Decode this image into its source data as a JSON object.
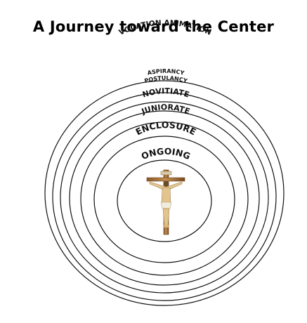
{
  "title": "A Journey toward the Center",
  "stages": [
    {
      "label": "VOCATION ANIMATION"
    },
    {
      "label": "ASPIRANCY"
    },
    {
      "label": "POSTULANCY"
    },
    {
      "label": "NOVITIATE"
    },
    {
      "label": "JUNIORATE"
    },
    {
      "label": "ENCLOSURE"
    },
    {
      "label": "ONGOING"
    }
  ],
  "center_image": "crucifix",
  "colors": {
    "ring": "#111111",
    "wood": "#b8864b",
    "corpus": "#e2c48e"
  }
}
